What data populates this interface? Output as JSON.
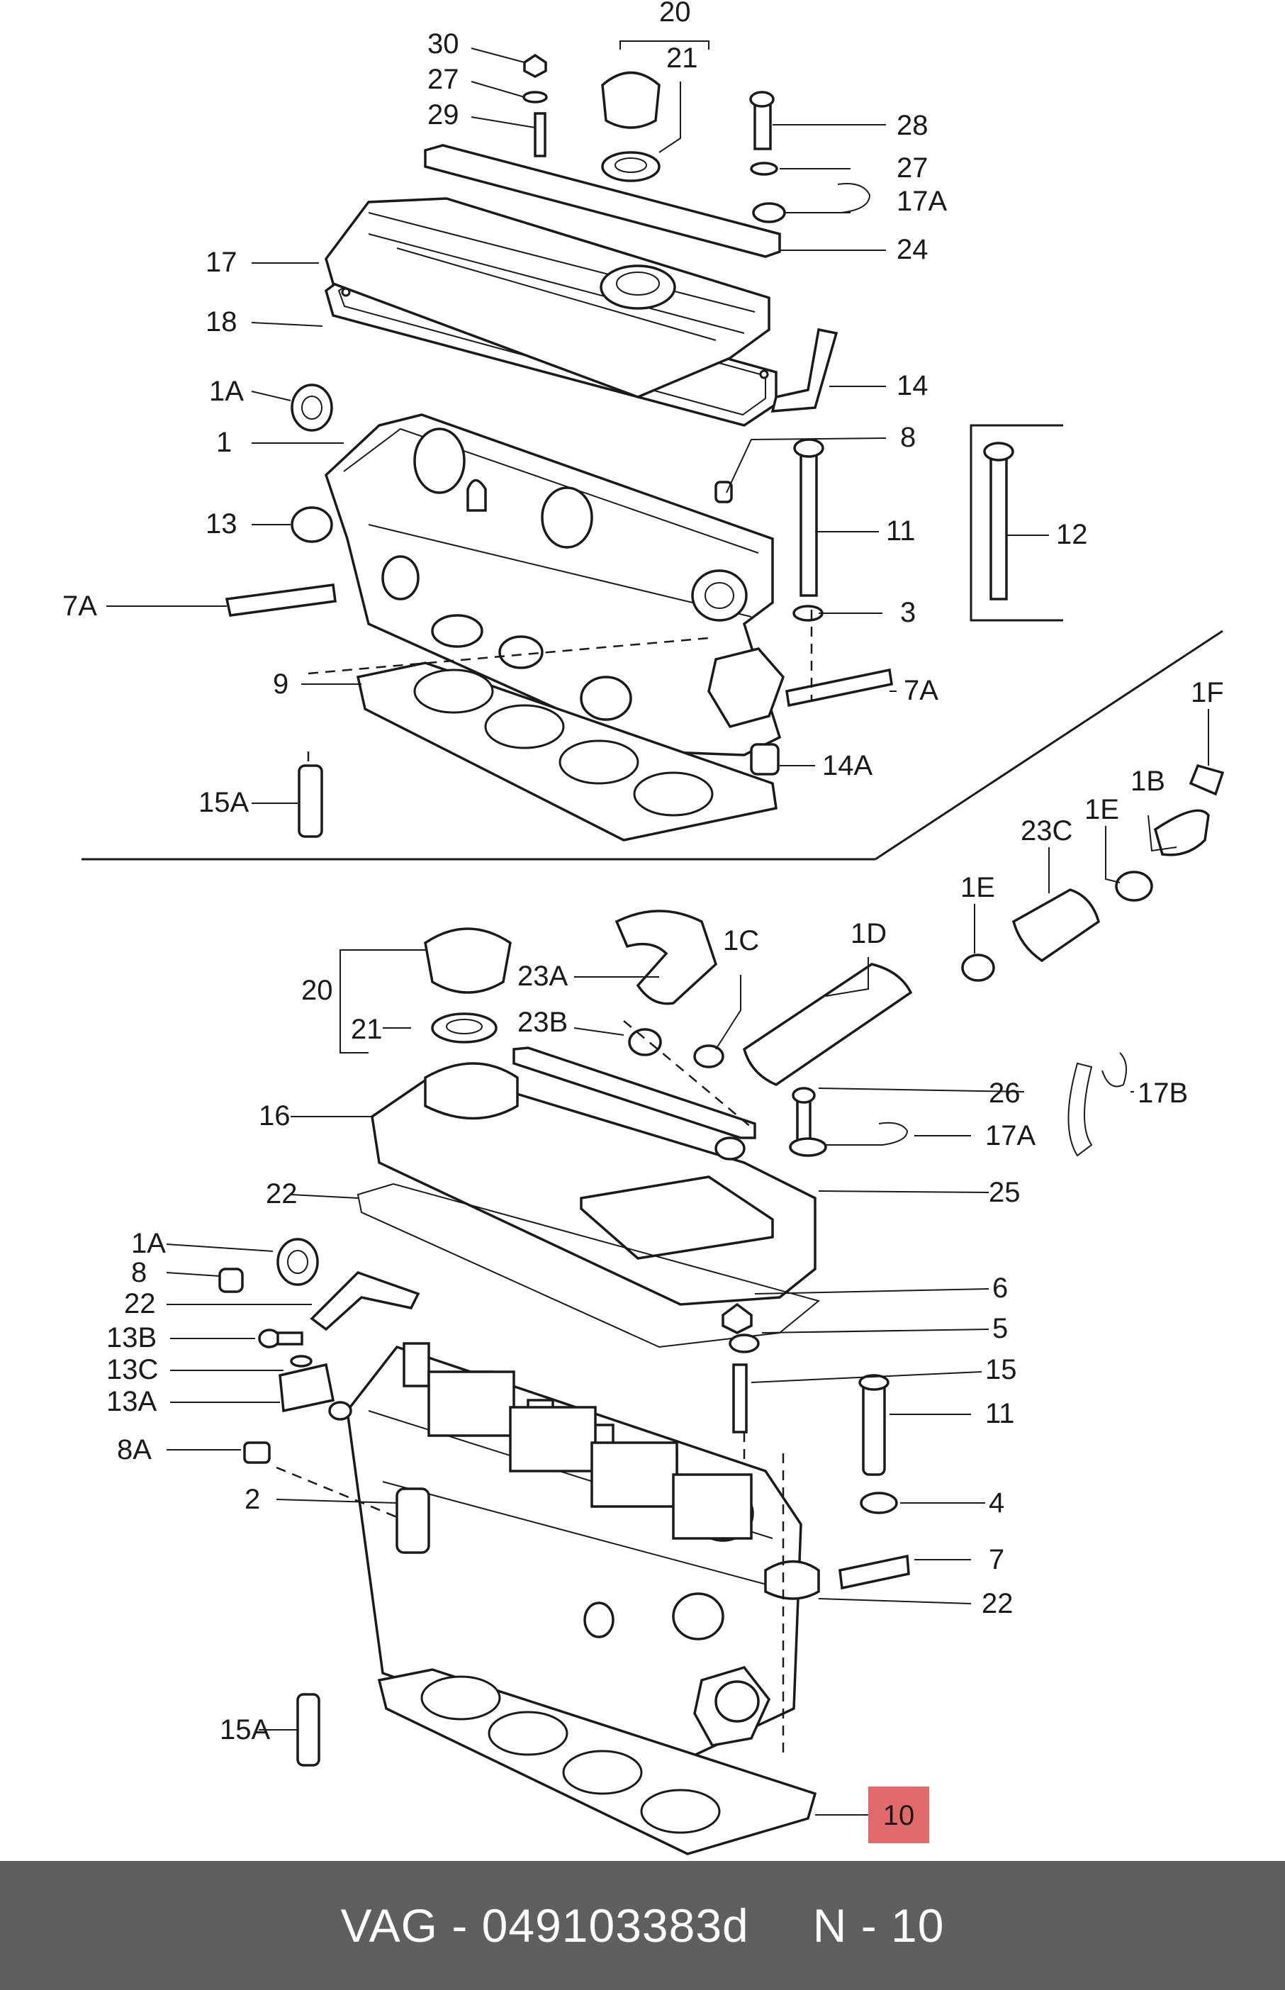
{
  "callouts": {
    "c30": "30",
    "c27a": "27",
    "c29": "29",
    "c20a": "20",
    "c21a": "21",
    "c28": "28",
    "c27b": "27",
    "c17Aa": "17A",
    "c24": "24",
    "c17": "17",
    "c18": "18",
    "c1Aa": "1A",
    "c14": "14",
    "c1": "1",
    "c8a": "8",
    "c13": "13",
    "c11a": "11",
    "c12": "12",
    "c7Aa": "7A",
    "c3": "3",
    "c9": "9",
    "c7Ab": "7A",
    "c14A": "14A",
    "c15Aa": "15A",
    "c1F": "1F",
    "c1B": "1B",
    "c1E1": "1E",
    "c23C": "23C",
    "c1E2": "1E",
    "c1C": "1C",
    "c1D": "1D",
    "c23A": "23A",
    "c20b": "20",
    "c21b": "21",
    "c23B": "23B",
    "c26": "26",
    "c17B": "17B",
    "c16": "16",
    "c17Ab": "17A",
    "c22a": "22",
    "c25": "25",
    "c1Ab": "1A",
    "c8b": "8",
    "c22b": "22",
    "c6": "6",
    "c13B": "13B",
    "c5": "5",
    "c13C": "13C",
    "c15": "15",
    "c13A": "13A",
    "c11b": "11",
    "c8A": "8A",
    "c2": "2",
    "c4": "4",
    "c7": "7",
    "c22c": "22",
    "c15Ab": "15A"
  },
  "highlight": {
    "label": "10",
    "color": "#e26a6a"
  },
  "footer": {
    "brand_part": "VAG - 049103383d",
    "position": "N - 10",
    "bg_color": "#5f5f5f"
  }
}
